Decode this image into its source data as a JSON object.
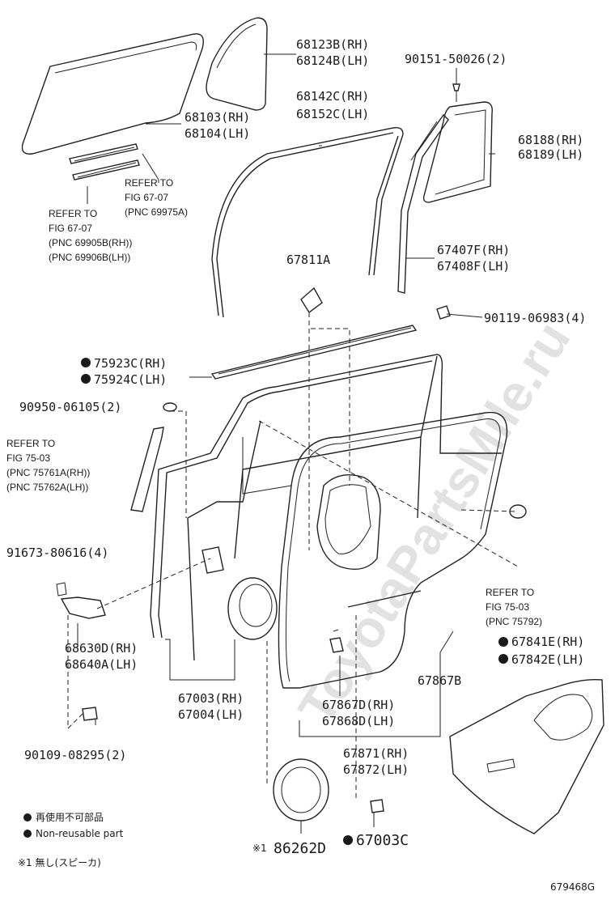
{
  "watermark": "ToyotaPartsMile.ru",
  "figure_code": "679468G",
  "parts": {
    "p68123": [
      "68123B(RH)",
      "68124B(LH)"
    ],
    "p90151": "90151-50026(2)",
    "p68103": [
      "68103(RH)",
      "68104(LH)"
    ],
    "p68142": [
      "68142C(RH)",
      "68152C(LH)"
    ],
    "p68188": [
      "68188(RH)",
      "68189(LH)"
    ],
    "p67407": [
      "67407F(RH)",
      "67408F(LH)"
    ],
    "p67811": "67811A",
    "p90119": "90119-06983(4)",
    "p75923": [
      "75923C(RH)",
      "75924C(LH)"
    ],
    "p90950": "90950-06105(2)",
    "p91673": "91673-80616(4)",
    "p68630": [
      "68630D(RH)",
      "68640A(LH)"
    ],
    "p67003": [
      "67003(RH)",
      "67004(LH)"
    ],
    "p67867D": [
      "67867D(RH)",
      "67868D(LH)"
    ],
    "p67867B": "67867B",
    "p67871": [
      "67871(RH)",
      "67872(LH)"
    ],
    "p67841": [
      "67841E(RH)",
      "67842E(LH)"
    ],
    "p90109": "90109-08295(2)",
    "p86262": "86262D",
    "p86262_mark": "※1",
    "p67003C": "67003C"
  },
  "refs": {
    "r1": [
      "REFER TO",
      "FIG 67-07",
      "(PNC 69975A)"
    ],
    "r2": [
      "REFER TO",
      "FIG 67-07",
      "(PNC 69905B(RH))",
      "(PNC 69906B(LH))"
    ],
    "r3": [
      "REFER TO",
      "FIG 75-03",
      "(PNC 75761A(RH))",
      "(PNC 75762A(LH))"
    ],
    "r4": [
      "REFER TO",
      "FIG 75-03",
      "(PNC 75792)"
    ]
  },
  "legend": {
    "item1": "再使用不可部品",
    "item2": "Non-reusable part",
    "note": "※1 無し(スピーカ)"
  }
}
